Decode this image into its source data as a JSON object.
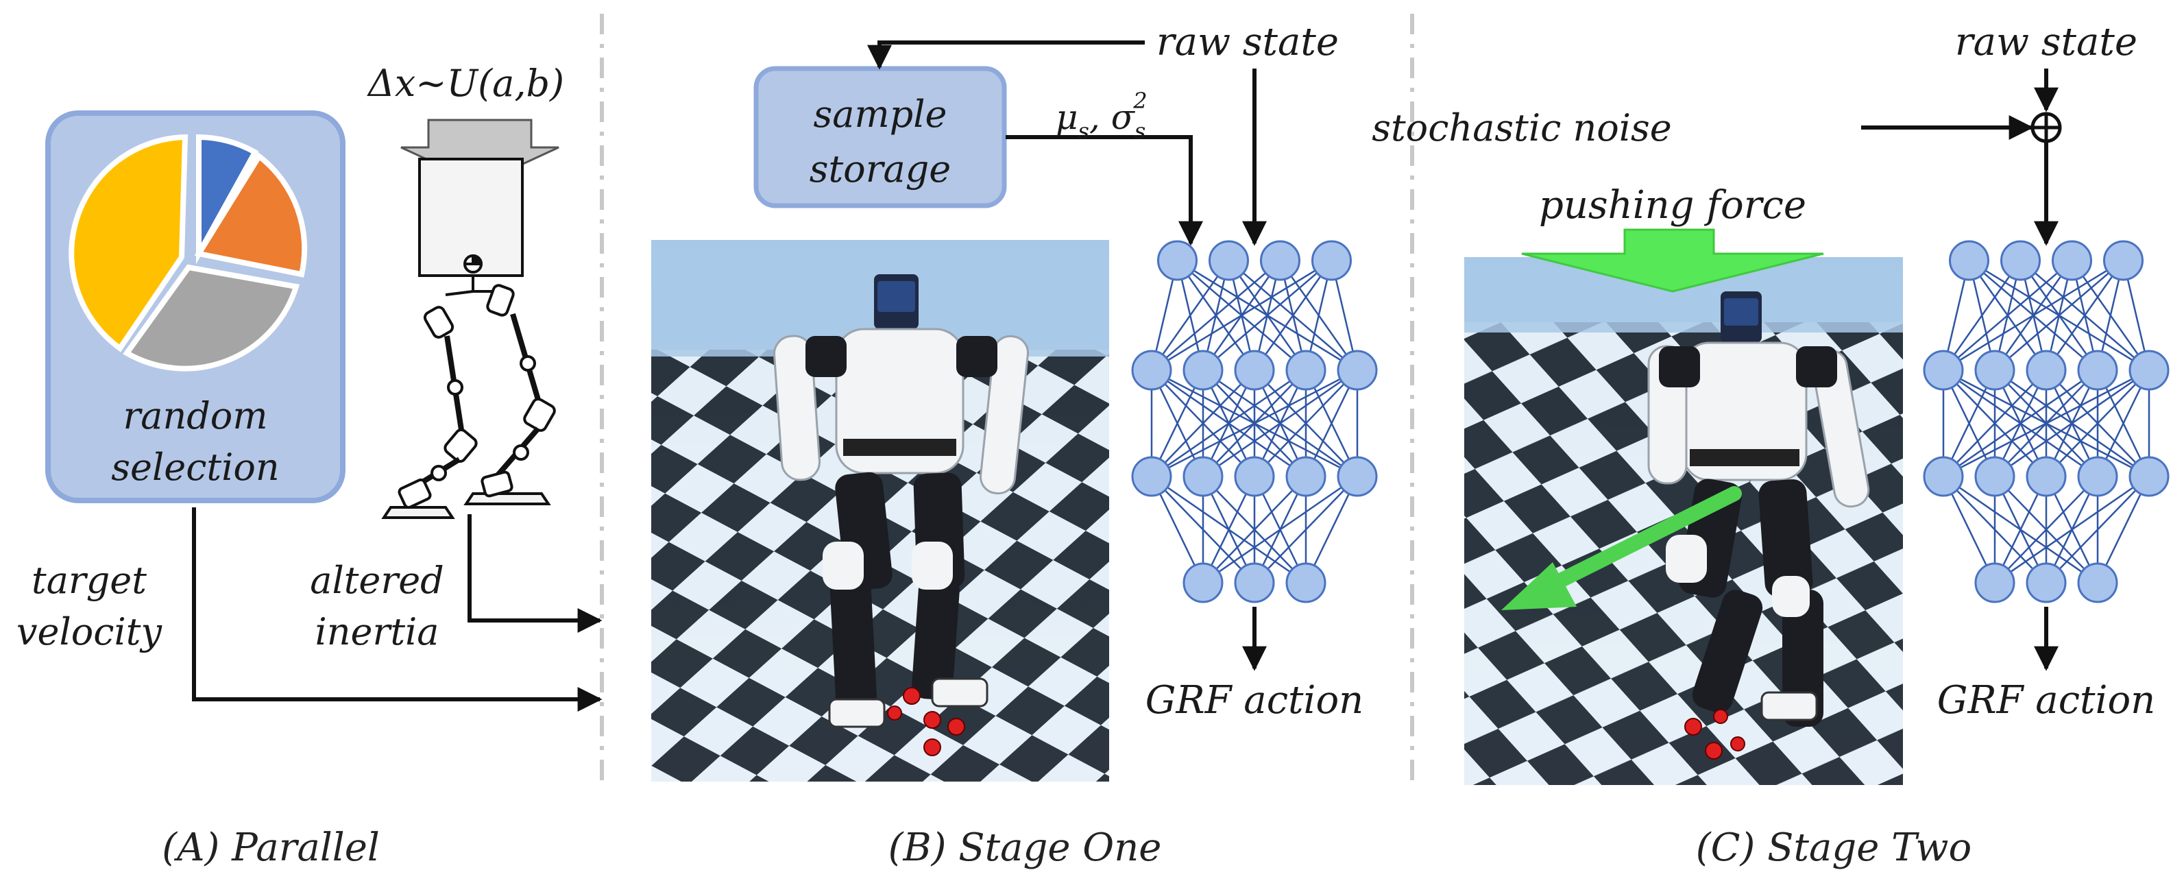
{
  "panels": {
    "a": {
      "caption": "(A) Parallel",
      "box_line1": "random",
      "box_line2": "selection",
      "distribution": "Δx~U(a,b)",
      "target_line1": "target",
      "target_line2": "velocity",
      "inertia_line1": "altered",
      "inertia_line2": "inertia",
      "pie_colors": [
        "#4472C4",
        "#ED7D31",
        "#A5A5A5",
        "#FFC000"
      ]
    },
    "b": {
      "caption": "(B) Stage One",
      "raw_state": "raw state",
      "storage_line1": "sample",
      "storage_line2": "storage",
      "stats_mu": "μ",
      "stats_mu_sub": "s",
      "stats_sigma": ", σ",
      "stats_sigma_sub": "s",
      "stats_sigma_sup": "2",
      "action": "GRF action"
    },
    "c": {
      "caption": "(C) Stage Two",
      "raw_state": "raw state",
      "noise": "stochastic noise",
      "push": "pushing force",
      "action": "GRF action"
    }
  },
  "colors": {
    "box_fill": "#B4C7E7",
    "box_stroke": "#8EA9DB",
    "node_fill": "#A8C4EC",
    "node_stroke": "#4A73C0",
    "edge": "#2F55A4",
    "push_arrow": "#57E857"
  }
}
